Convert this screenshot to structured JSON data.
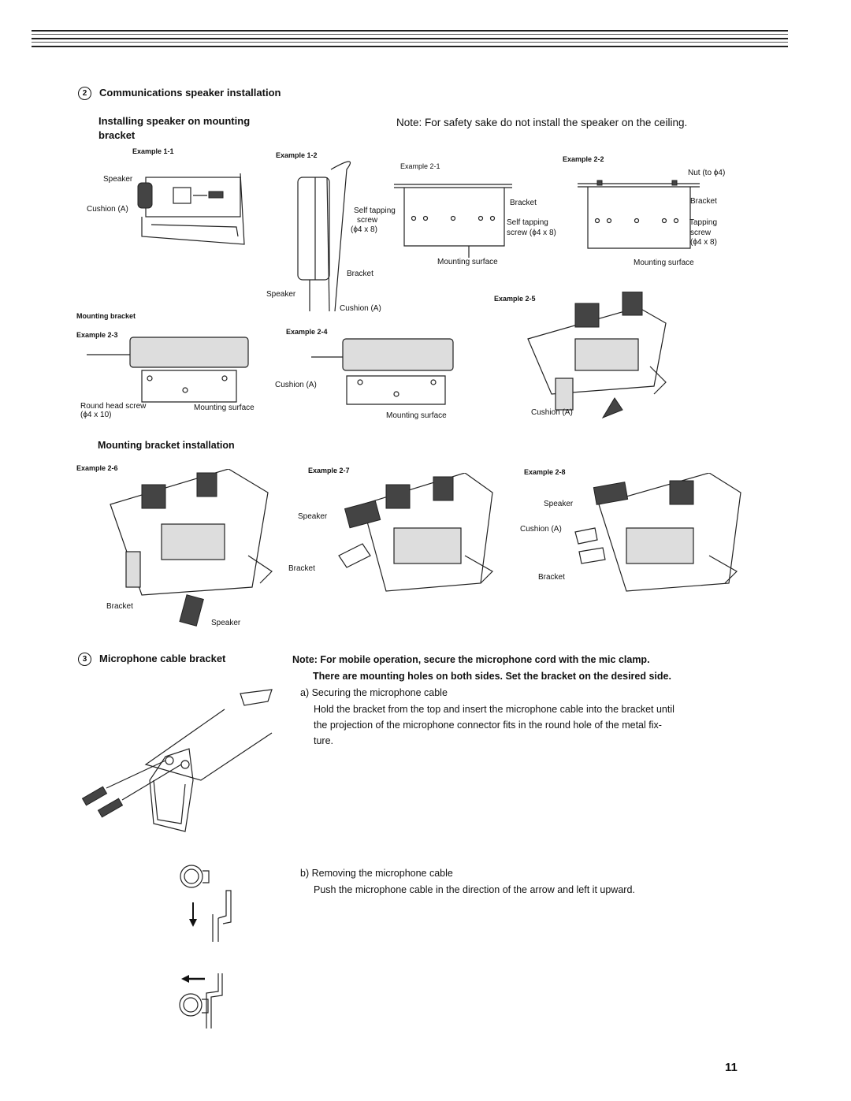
{
  "section2": {
    "number": "2",
    "title": "Communications speaker installation",
    "subtitle_line1": "Installing speaker on mounting",
    "subtitle_line2": "bracket",
    "note": "Note: For safety sake do not install the speaker on the ceiling.",
    "mounting_bracket_heading": "Mounting bracket installation",
    "mounting_bracket_small": "Mounting bracket"
  },
  "examples": {
    "ex11": "Example 1-1",
    "ex12": "Example 1-2",
    "ex21": "Example 2-1",
    "ex22": "Example 2-2",
    "ex23": "Example 2-3",
    "ex24": "Example 2-4",
    "ex25": "Example 2-5",
    "ex26": "Example 2-6",
    "ex27": "Example 2-7",
    "ex28": "Example 2-8"
  },
  "labels": {
    "speaker": "Speaker",
    "cushion_a": "Cushion (A)",
    "bracket": "Bracket",
    "self_tapping_screw_1": "Self tapping",
    "self_tapping_screw_2": "screw",
    "screw_size_4x8": "(ϕ4 x 8)",
    "self_tapping_screw_21": "Self tapping",
    "screw_21b": "screw (ϕ4 x 8)",
    "nut": "Nut (to ϕ4)",
    "tapping": "Tapping",
    "screw": "screw",
    "mounting_surface": "Mounting surface",
    "round_head_screw": "Round head screw",
    "screw_size_4x10": "(ϕ4 x 10)"
  },
  "section3": {
    "number": "3",
    "title": "Microphone cable bracket",
    "note_line1": "Note: For mobile operation, secure the microphone cord with the mic clamp.",
    "note_line2": "There are mounting holes on both sides. Set the bracket on the desired side.",
    "a_heading": "a) Securing the microphone cable",
    "a_text_1": "Hold the bracket from the top and insert the microphone cable into the bracket until",
    "a_text_2": "the projection of the microphone connector fits in the round hole of the metal fix-",
    "a_text_3": "ture.",
    "b_heading": "b) Removing the microphone cable",
    "b_text": "Push the microphone cable in the direction of the arrow and left it upward."
  },
  "page_number": "11"
}
